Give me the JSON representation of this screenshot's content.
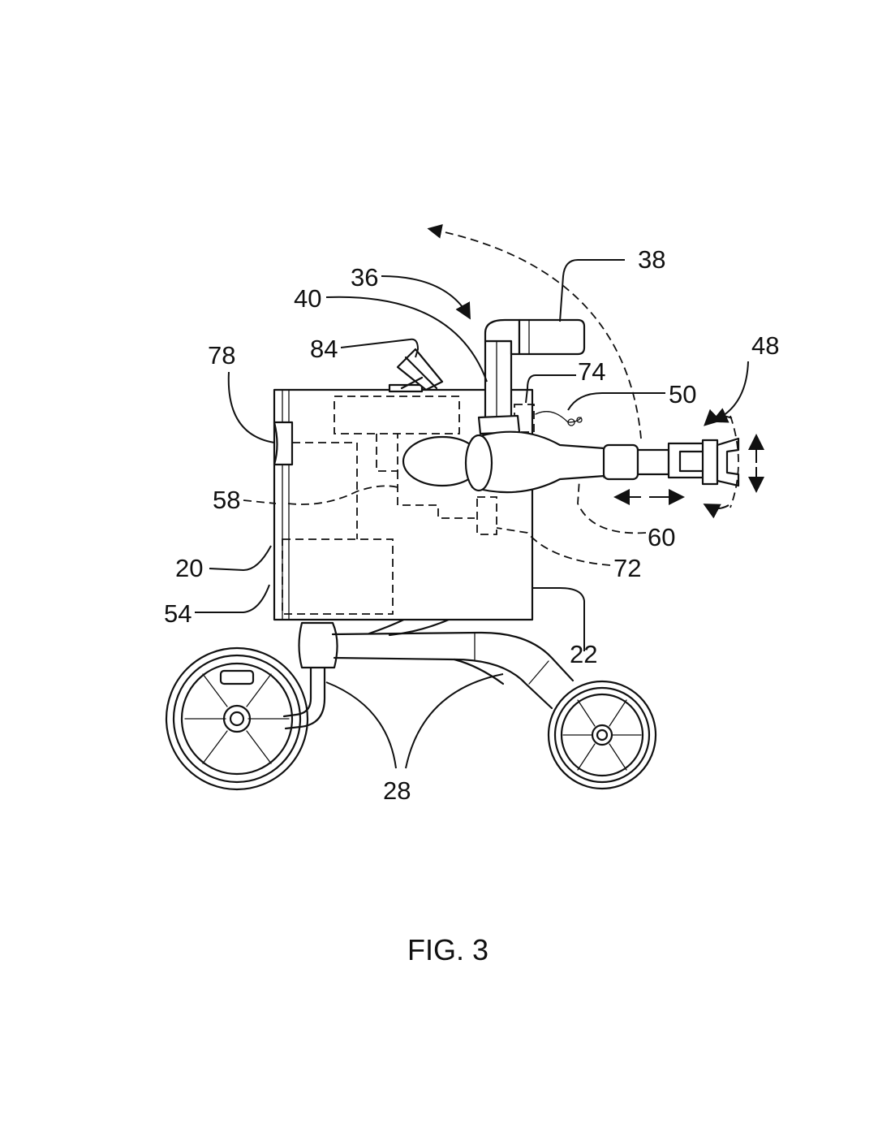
{
  "figure": {
    "caption": "FIG. 3",
    "reference_numerals": {
      "r20": "20",
      "r22": "22",
      "r28": "28",
      "r36": "36",
      "r38": "38",
      "r40": "40",
      "r48": "48",
      "r50": "50",
      "r54": "54",
      "r58": "58",
      "r60": "60",
      "r72": "72",
      "r74": "74",
      "r78": "78",
      "r84": "84"
    }
  }
}
